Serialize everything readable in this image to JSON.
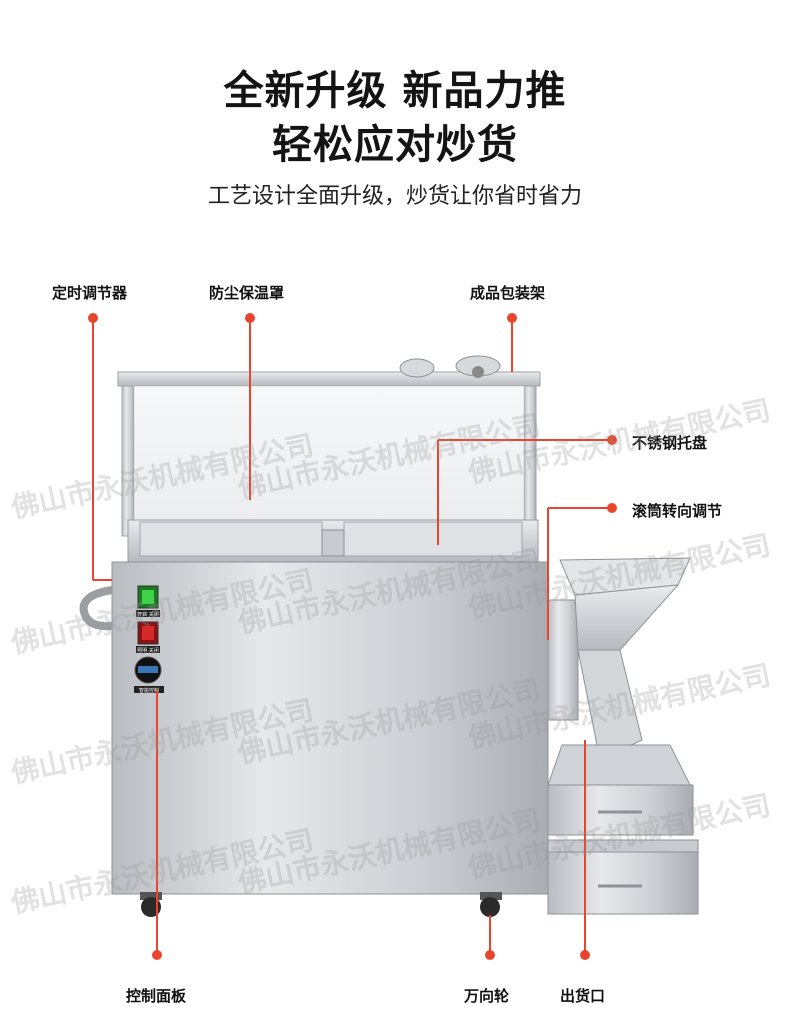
{
  "header": {
    "title_line1": "全新升级 新品力推",
    "title_line2": "轻松应对炒货",
    "subtitle": "工艺设计全面升级，炒货让你省时省力"
  },
  "labels": {
    "timer": "定时调节器",
    "dust_cover": "防尘保温罩",
    "package_rack": "成品包装架",
    "tray": "不锈钢托盘",
    "drum_adjust": "滚筒转向调节",
    "control_panel": "控制面板",
    "caster": "万向轮",
    "outlet": "出货口"
  },
  "panel": {
    "switch1_text": "开启 关闭",
    "switch2_text": "照明 关闭",
    "display_text": "智能控制"
  },
  "watermark": "佛山市永沃机械有限公司",
  "colors": {
    "accent": "#e8452c",
    "steel": "#c9ccd0"
  }
}
